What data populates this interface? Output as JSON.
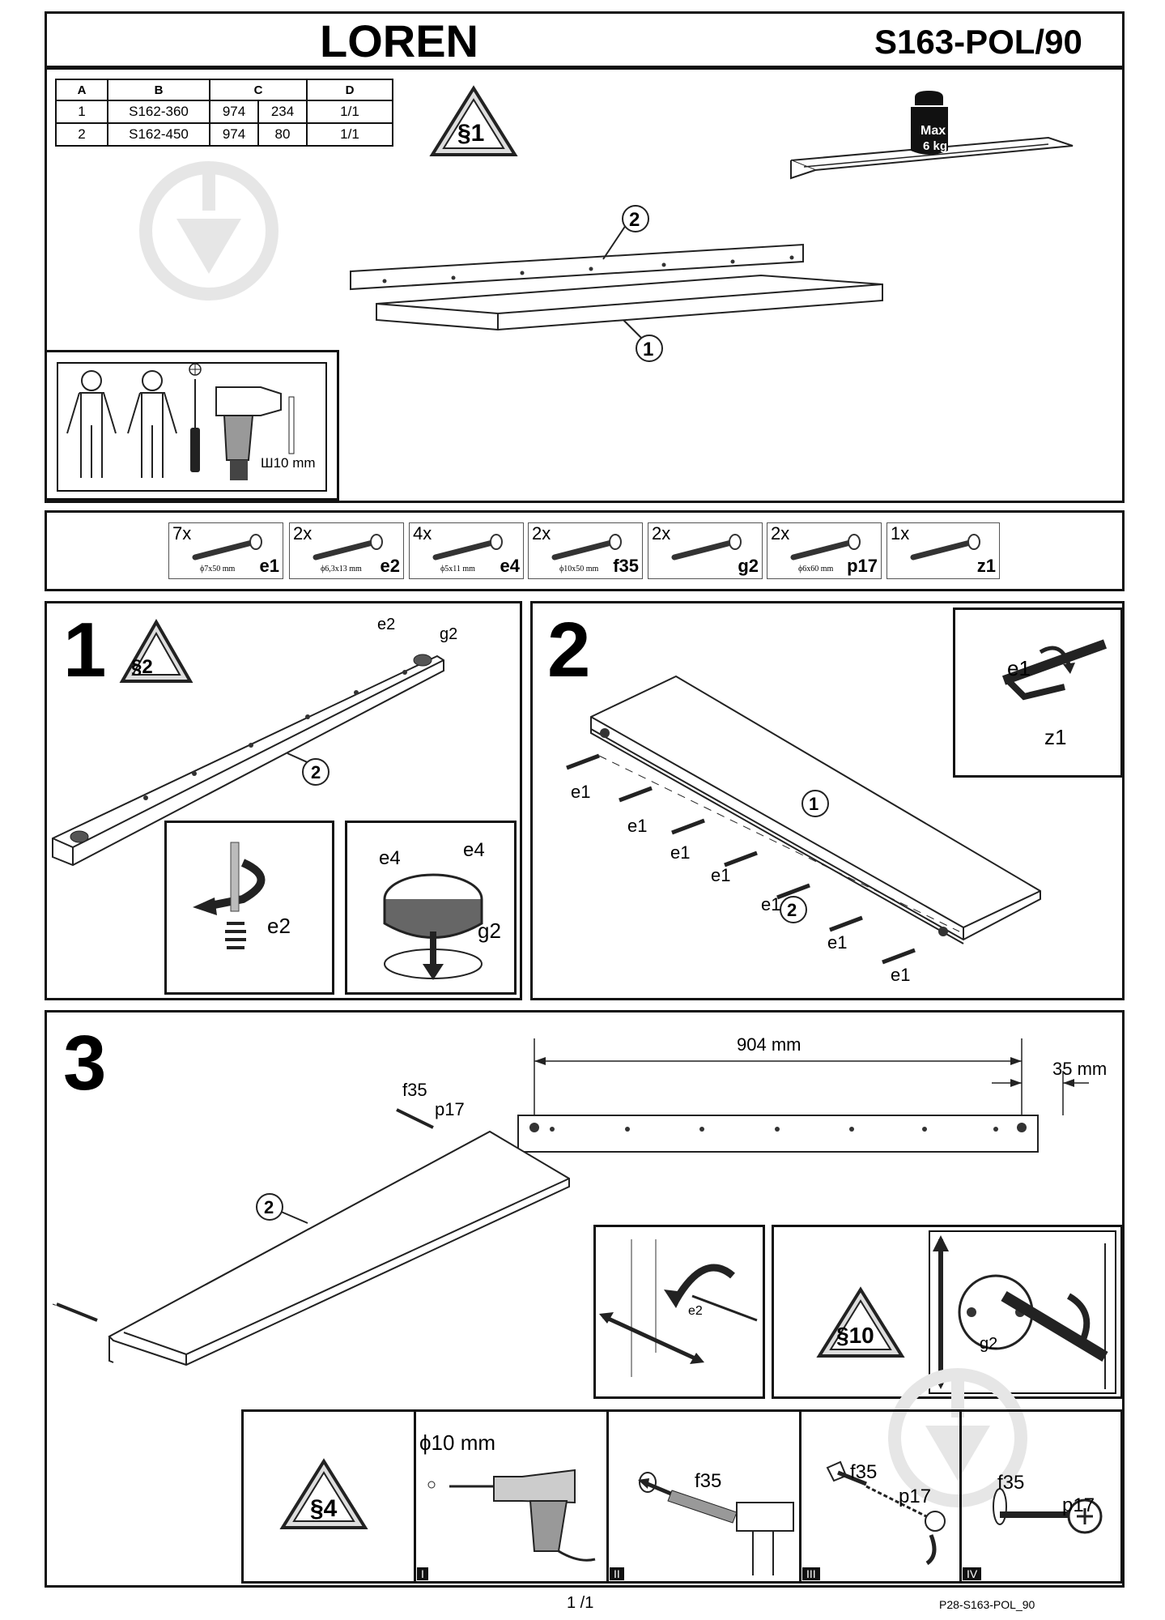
{
  "header": {
    "title": "LOREN",
    "code": "S163-POL/90"
  },
  "parts_table": {
    "headers": [
      "A",
      "B",
      "C",
      "D"
    ],
    "rows": [
      [
        "1",
        "S162-360",
        "974",
        "234",
        "1/1"
      ],
      [
        "2",
        "S162-450",
        "974",
        "80",
        "1/1"
      ]
    ]
  },
  "warnings": {
    "sec1": "§1",
    "sec2": "§2",
    "sec10": "§10",
    "sec4": "§4"
  },
  "max_load": {
    "label": "Max",
    "value": "6 kg"
  },
  "part_labels": {
    "p1": "1",
    "p2": "2"
  },
  "tools": {
    "drill_bit": "Ш10 mm"
  },
  "hardware": [
    {
      "qty": "7x",
      "code": "e1",
      "size": "ϕ7x50 mm"
    },
    {
      "qty": "2x",
      "code": "e2",
      "size": "ϕ6,3x13 mm"
    },
    {
      "qty": "4x",
      "code": "e4",
      "size": "ϕ5x11 mm"
    },
    {
      "qty": "2x",
      "code": "f35",
      "size": "ϕ10x50 mm"
    },
    {
      "qty": "2x",
      "code": "g2",
      "size": ""
    },
    {
      "qty": "2x",
      "code": "p17",
      "size": "ϕ6x60 mm"
    },
    {
      "qty": "1x",
      "code": "z1",
      "size": ""
    }
  ],
  "steps": {
    "s1": {
      "number": "1",
      "e2": "e2",
      "g2": "g2",
      "e4": "e4"
    },
    "s2": {
      "number": "2",
      "e1": "e1",
      "z1": "z1"
    },
    "s3": {
      "number": "3",
      "dim_main": "904 mm",
      "dim_edge": "35 mm",
      "f35": "f35",
      "p17": "p17",
      "e2": "e2",
      "g2": "g2",
      "drill": "ϕ10 mm",
      "substeps": [
        "I",
        "II",
        "III",
        "IV"
      ]
    }
  },
  "footer": {
    "page": "1 /1",
    "doc_code": "P28-S163-POL_90"
  }
}
